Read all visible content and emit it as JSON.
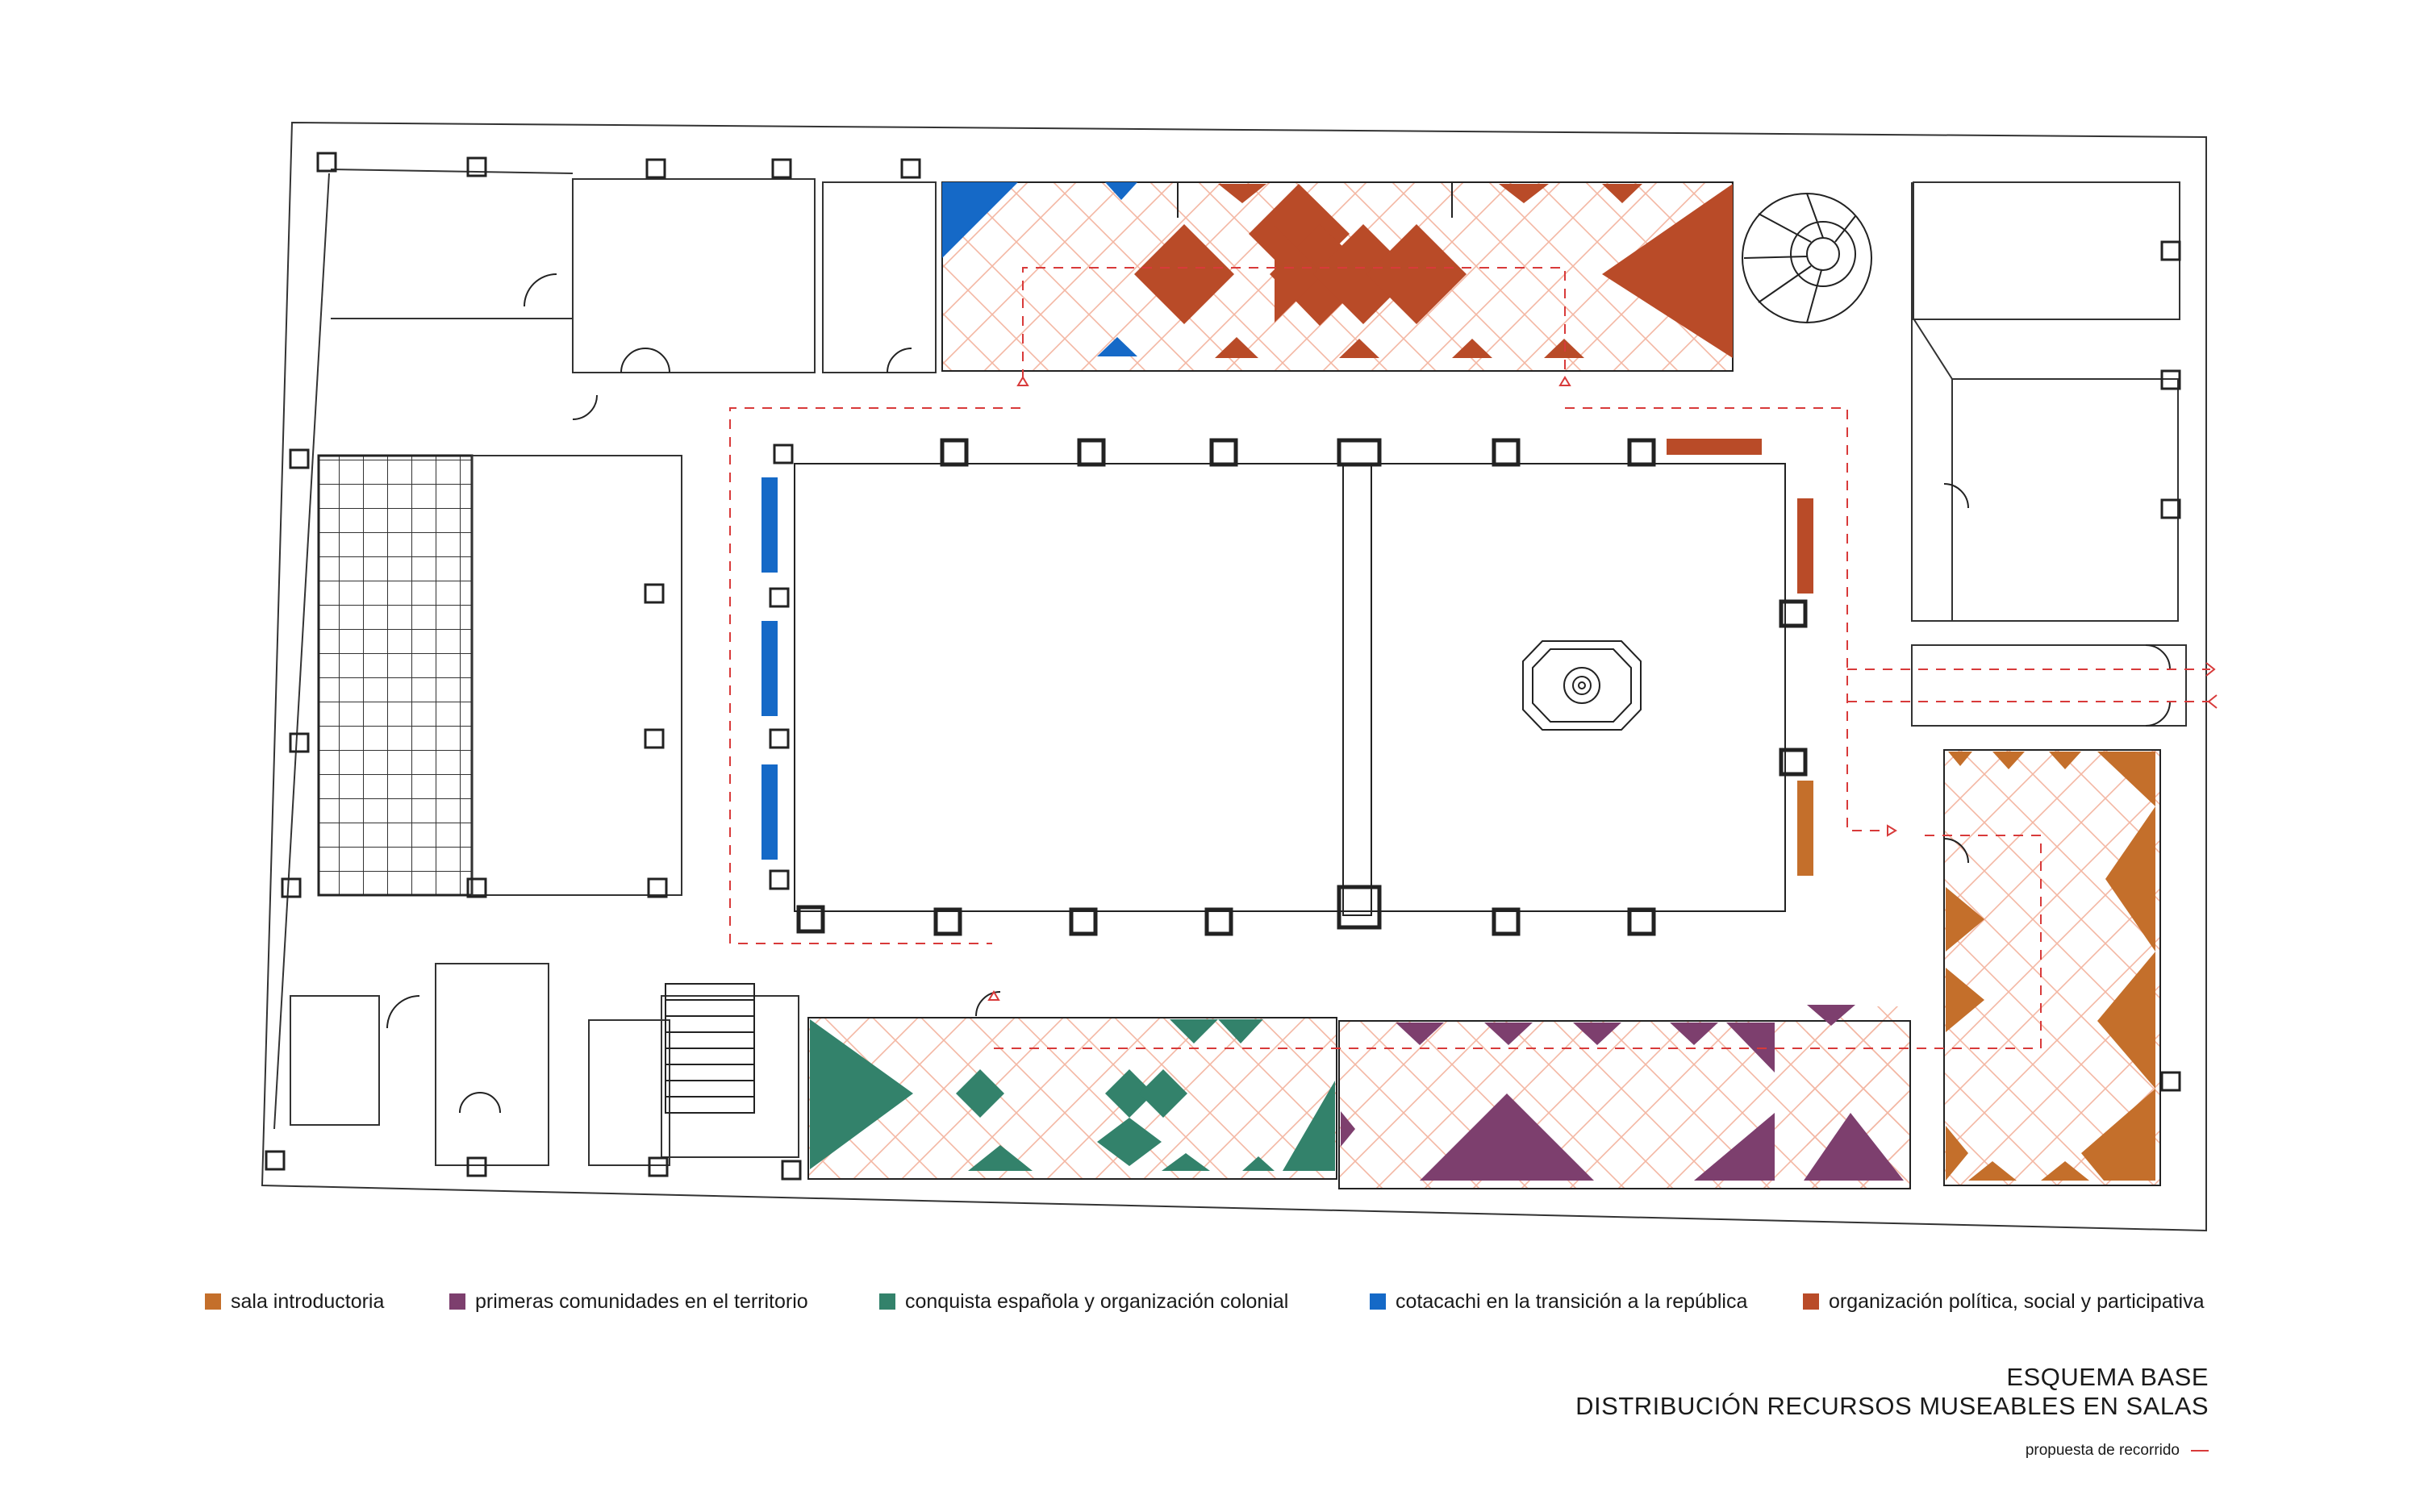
{
  "legend": {
    "items": [
      {
        "label": "sala introductoria",
        "color": "#c46f2b"
      },
      {
        "label": "primeras comunidades en el territorio",
        "color": "#7d3f6e"
      },
      {
        "label": "conquista española y organización colonial",
        "color": "#33826b"
      },
      {
        "label": "cotacachi en la transición a la república",
        "color": "#1569c7"
      },
      {
        "label": "organización política, social y participativa",
        "color": "#b94b28"
      }
    ]
  },
  "title": {
    "line1": "ESQUEMA BASE",
    "line2": "DISTRIBUCIÓN RECURSOS MUSEABLES EN SALAS"
  },
  "route": {
    "label": "propuesta de recorrido",
    "color": "#d83a3a"
  },
  "hatch_color": "#f3b7a3"
}
